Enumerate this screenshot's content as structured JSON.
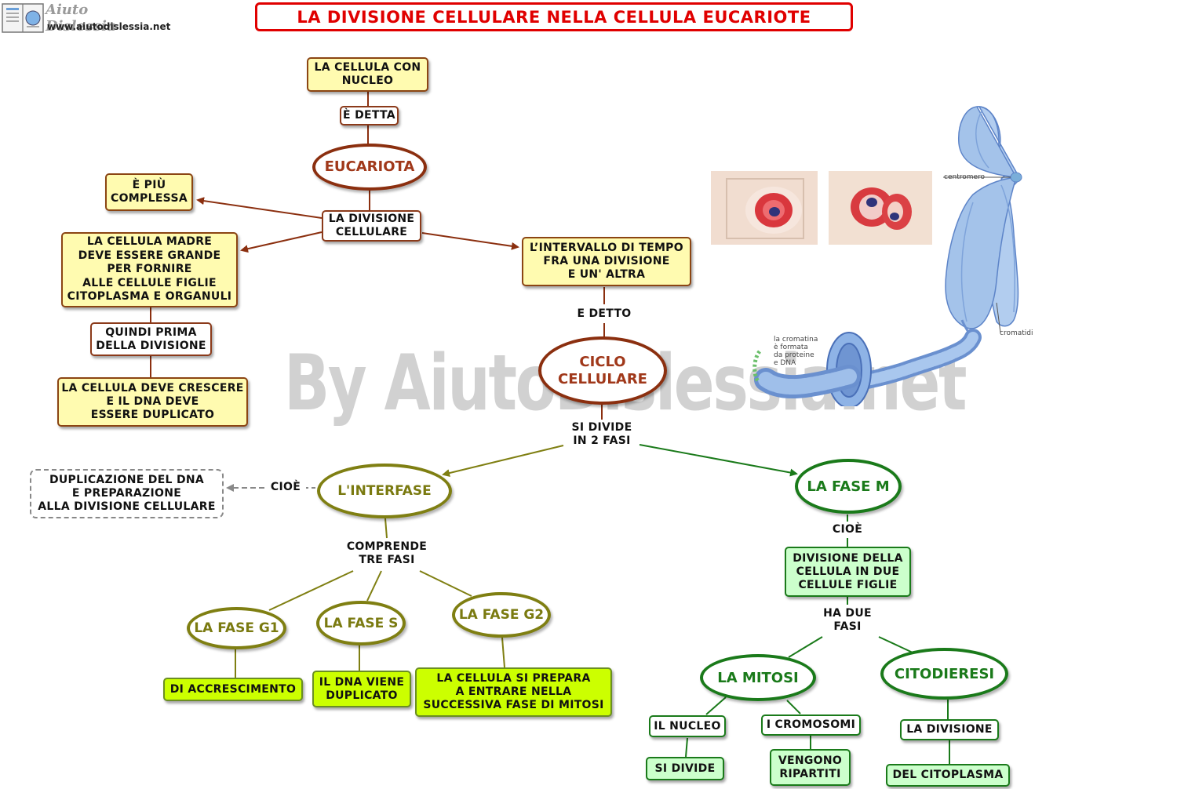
{
  "header": {
    "logo_title": "Aiuto Dislessia",
    "logo_url": "www.aiutodislessia.net",
    "title": "LA DIVISIONE CELLULARE NELLA CELLULA EUCARIOTE"
  },
  "watermark": "By AiutoDislessia.net",
  "top_branch": {
    "cell_with_nucleus": "LA CELLULA CON\nNUCLEO",
    "is_called": "È DETTA",
    "eukaryote": "EUCARIOTA",
    "cell_division": "LA DIVISIONE\nCELLULARE",
    "more_complex": "È PIÙ\nCOMPLESSA",
    "mother_cell": "LA CELLULA MADRE\nDEVE ESSERE GRANDE\nPER FORNIRE\nALLE CELLULE FIGLIE\nCITOPLASMA E ORGANULI",
    "so_before": "QUINDI PRIMA\nDELLA DIVISIONE",
    "cell_must_grow": "LA CELLULA DEVE CRESCERE\nE IL DNA DEVE\nESSERE DUPLICATO",
    "time_interval": "L’INTERVALLO DI TEMPO\nFRA UNA DIVISIONE\nE UN' ALTRA",
    "is_called_2": "E DETTO",
    "cell_cycle": "CICLO\nCELLULARE",
    "divides_2_phases": "SI DIVIDE\nIN 2 FASI"
  },
  "interphase": {
    "name": "L'INTERFASE",
    "that_is": "CIOÈ",
    "dna_duplication": "DUPLICAZIONE DEL DNA\nE PREPARAZIONE\nALLA DIVISIONE CELLULARE",
    "includes": "COMPRENDE\nTRE FASI",
    "g1": "LA FASE G1",
    "s": "LA FASE S",
    "g2": "LA FASE G2",
    "g1_desc": "DI ACCRESCIMENTO",
    "s_desc": "IL DNA VIENE\nDUPLICATO",
    "g2_desc": "LA CELLULA SI PREPARA\nA ENTRARE NELLA\nSUCCESSIVA FASE DI MITOSI"
  },
  "m_phase": {
    "name": "LA FASE M",
    "that_is": "CIOÈ",
    "desc": "DIVISIONE DELLA\nCELLULA IN DUE\nCELLULE FIGLIE",
    "has_two": "HA DUE\nFASI",
    "mitosis": "LA  MITOSI",
    "cytokinesis": "CITODIERESI",
    "nucleus": "IL NUCLEO",
    "divides": "SI DIVIDE",
    "chromosomes": "I CROMOSOMI",
    "distributed": "VENGONO\nRIPARTITI",
    "division": "LA DIVISIONE",
    "cytoplasm": "DEL CITOPLASMA"
  },
  "illustration": {
    "centromere": "centromero",
    "chromatids": "cromatidi",
    "chromatin": "la cromatina\nè formata\nda proteine\ne DNA"
  }
}
